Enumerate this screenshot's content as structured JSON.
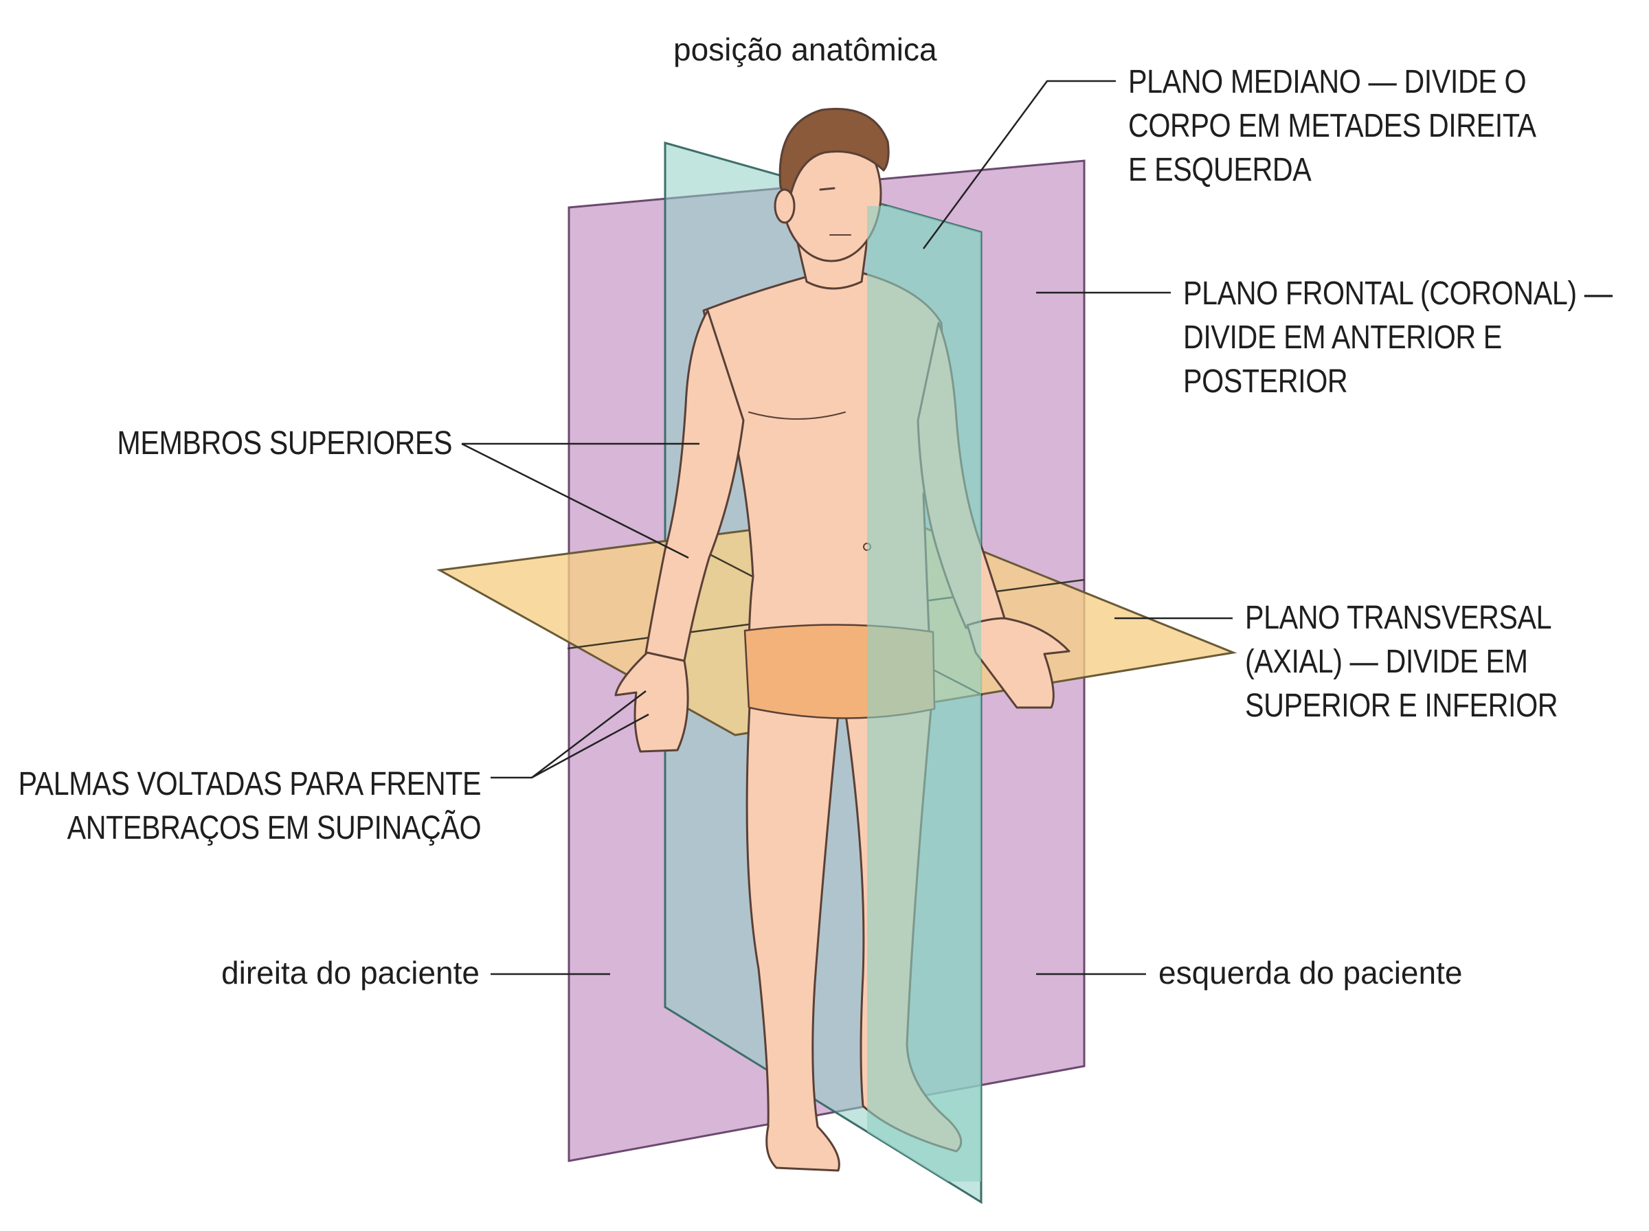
{
  "title": "posição anatômica",
  "labels": {
    "median_plane": [
      "PLANO MEDIANO — DIVIDE O",
      "CORPO EM METADES DIREITA",
      "E ESQUERDA"
    ],
    "frontal_plane": [
      "PLANO FRONTAL (CORONAL) —",
      "DIVIDE EM ANTERIOR E",
      "POSTERIOR"
    ],
    "upper_limbs": [
      "MEMBROS SUPERIORES"
    ],
    "transverse_plane": [
      "PLANO TRANSVERSAL",
      "(AXIAL) — DIVIDE EM",
      "SUPERIOR E INFERIOR"
    ],
    "palms": [
      "PALMAS VOLTADAS PARA FRENTE",
      "ANTEBRAÇOS EM SUPINAÇÃO"
    ],
    "patient_right": "direita do paciente",
    "patient_left": "esquerda do paciente"
  },
  "colors": {
    "frontal_plane": "#c89ac8",
    "median_plane": "#8fd0c4",
    "transverse_plane": "#f6cf86",
    "skin": "#f8cdb2",
    "skin_outline": "#5a4036",
    "hair": "#8a5a3a",
    "leader_line": "#222222"
  }
}
